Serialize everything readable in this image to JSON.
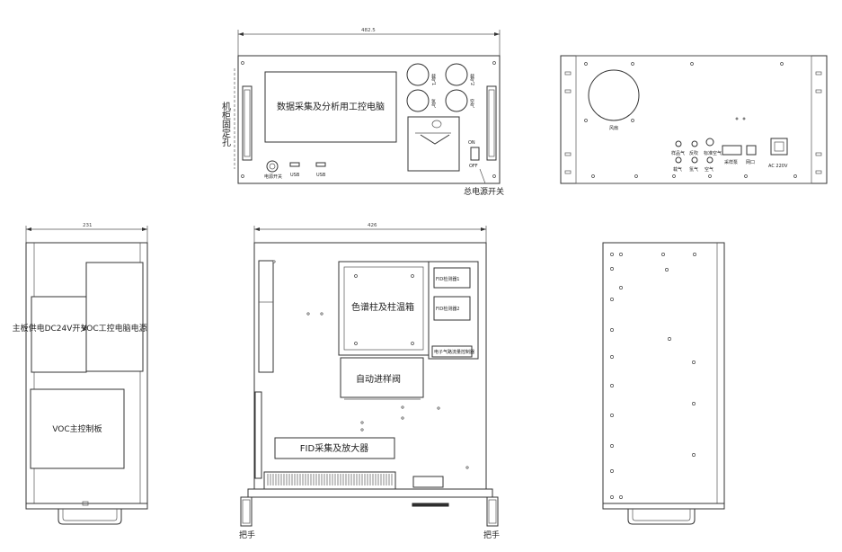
{
  "front_view": {
    "width_dim": "482.5",
    "screen_label": "数据采集及分析用工控电脑",
    "side_label": "机柜固定孔",
    "power_switch_label": "电源开关",
    "usb_label_1": "USB",
    "usb_label_2": "USB",
    "main_power_label": "总电源开关",
    "off_label": "OFF",
    "on_label": "ON",
    "gauge_labels": [
      "载气1",
      "载气2",
      "氢气",
      "空气"
    ]
  },
  "rear_view": {
    "fan_label": "风扇",
    "port_labels_top": [
      "样品气",
      "反吹",
      "标准空气"
    ],
    "port_labels_bottom": [
      "载气",
      "氢气",
      "空气"
    ],
    "exhaust_label": "采样泵",
    "net_label": "网口",
    "ac_label": "AC 220V"
  },
  "side_view": {
    "width_dim": "231",
    "board_power_label": "主板供电DC24V开关电源",
    "pc_power_label": "VOC工控电脑电源",
    "main_board_label": "VOC主控制板"
  },
  "top_view": {
    "width_dim": "426",
    "column_box_label": "色谱柱及柱温箱",
    "fid1_label": "FID检测器1",
    "fid2_label": "FID检测器2",
    "valve_label": "自动进样阀",
    "amp_label": "FID采集及放大器",
    "flow_label": "电子气路流量控制器",
    "handle_left_label": "把手",
    "handle_right_label": "把手"
  }
}
